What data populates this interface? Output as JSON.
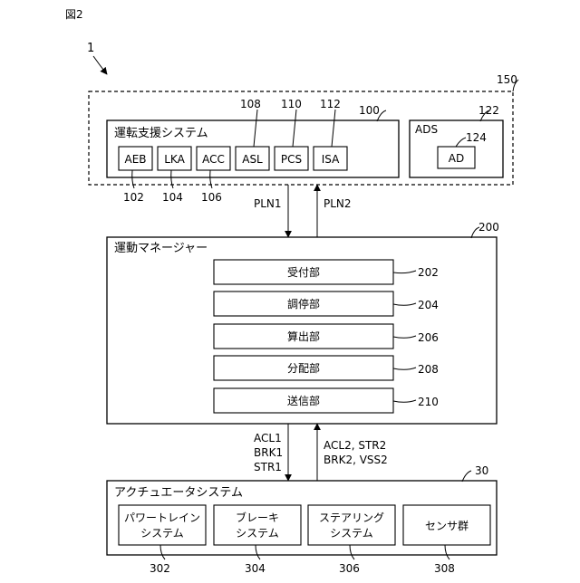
{
  "figure_label": "図2",
  "system_ref": "1",
  "outer": {
    "ref": "150"
  },
  "support": {
    "title": "運転支援システム",
    "ref": "100",
    "modules": [
      {
        "label": "AEB",
        "ref": "102"
      },
      {
        "label": "LKA",
        "ref": "104"
      },
      {
        "label": "ACC",
        "ref": "106"
      },
      {
        "label": "ASL",
        "ref": "108"
      },
      {
        "label": "PCS",
        "ref": "110"
      },
      {
        "label": "ISA",
        "ref": "112"
      }
    ]
  },
  "ads": {
    "title": "ADS",
    "ref": "122",
    "inner": {
      "label": "AD",
      "ref": "124"
    }
  },
  "link1": {
    "down": "PLN1",
    "up": "PLN2"
  },
  "manager": {
    "title": "運動マネージャー",
    "ref": "200",
    "units": [
      {
        "label": "受付部",
        "ref": "202"
      },
      {
        "label": "調停部",
        "ref": "204"
      },
      {
        "label": "算出部",
        "ref": "206"
      },
      {
        "label": "分配部",
        "ref": "208"
      },
      {
        "label": "送信部",
        "ref": "210"
      }
    ]
  },
  "link2": {
    "down": [
      "ACL1",
      "BRK1",
      "STR1"
    ],
    "up": [
      "ACL2, STR2",
      "BRK2, VSS2"
    ]
  },
  "actuator": {
    "title": "アクチュエータシステム",
    "ref": "30",
    "units": [
      {
        "lines": [
          "パワートレイン",
          "システム"
        ],
        "ref": "302"
      },
      {
        "lines": [
          "ブレーキ",
          "システム"
        ],
        "ref": "304"
      },
      {
        "lines": [
          "ステアリング",
          "システム"
        ],
        "ref": "306"
      },
      {
        "lines": [
          "センサ群"
        ],
        "ref": "308"
      }
    ]
  }
}
